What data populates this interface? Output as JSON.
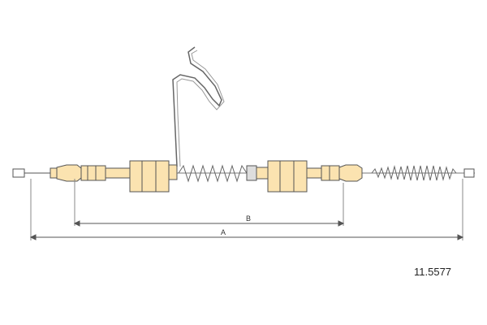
{
  "diagram": {
    "part_number": "11.5577",
    "dimension_a_label": "A",
    "dimension_b_label": "B",
    "colors": {
      "fill": "#fbe3b0",
      "outline": "#555555",
      "background": "#ffffff"
    }
  }
}
